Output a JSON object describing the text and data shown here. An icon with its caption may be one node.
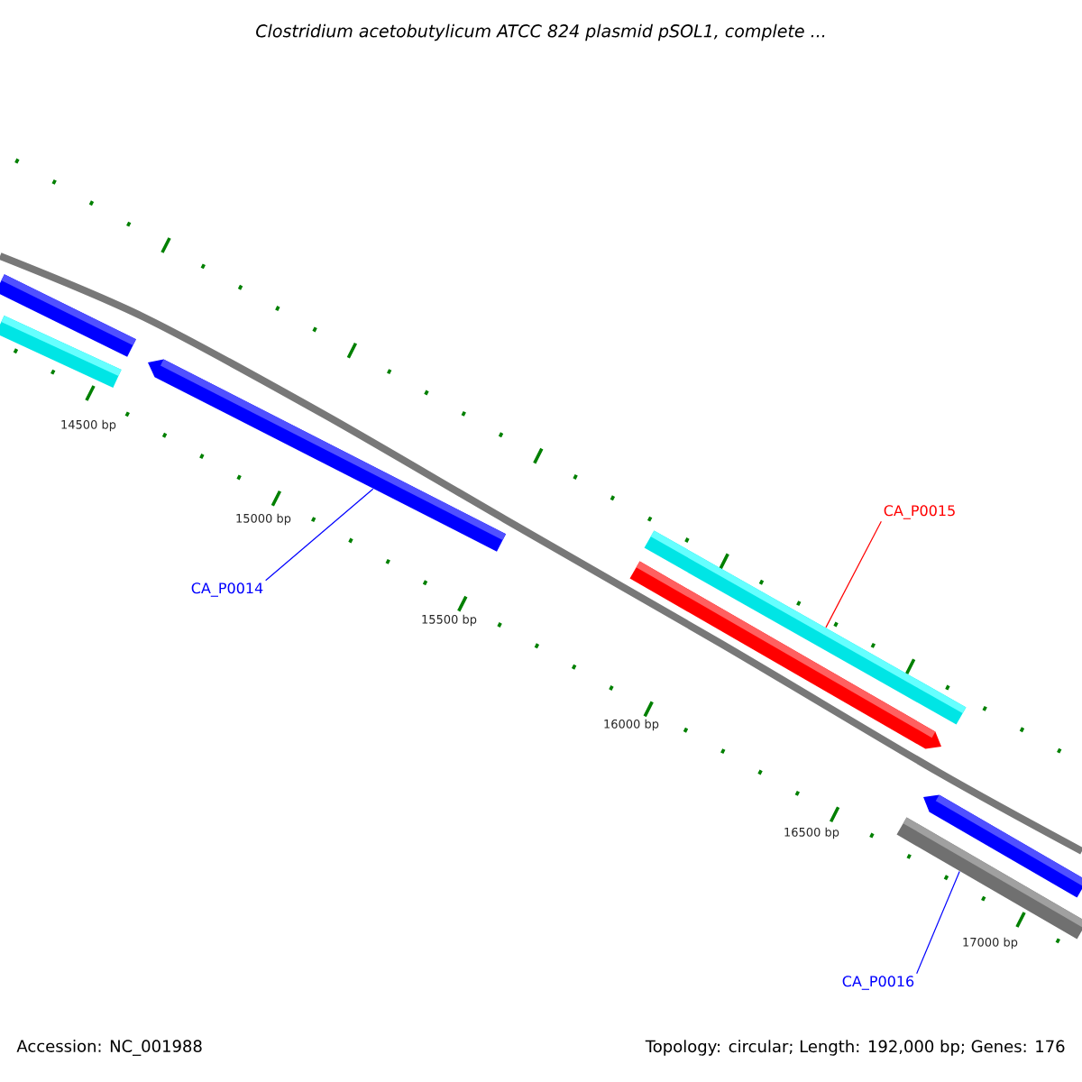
{
  "diagram": {
    "title": "Clostridium acetobutylicum ATCC 824 plasmid pSOL1, complete ...",
    "nodes": [
      {
        "text": [],
        "shape": "bar"
      },
      {
        "text": [],
        "shape": "bar"
      },
      {
        "text": [],
        "shape": "bar"
      },
      {
        "text": [],
        "shape": "bar"
      },
      {
        "text": [],
        "shape": "bar"
      },
      {
        "text": [],
        "shape": "bar"
      },
      {
        "text": [],
        "shape": "bar"
      },
      {
        "text": [
          "CA_P0014"
        ]
      },
      {
        "text": [
          "CA_P0015"
        ]
      },
      {
        "text": [
          "CA_P0016"
        ]
      }
    ],
    "edges": [
      {
        "from": 7,
        "to": 2,
        "arrow": "none",
        "color": "#0000ff"
      },
      {
        "from": 8,
        "to": 3,
        "arrow": "none",
        "color": "#ff0000"
      },
      {
        "from": 9,
        "to": 6,
        "arrow": "none",
        "color": "#0000ff"
      }
    ],
    "labels": [
      "14500 bp",
      "15000 bp",
      "15500 bp",
      "16000 bp",
      "16500 bp",
      "17000 bp",
      "Accession: NC_001988",
      "Topology: circular; Length: 192,000 bp; Genes: 176"
    ]
  }
}
